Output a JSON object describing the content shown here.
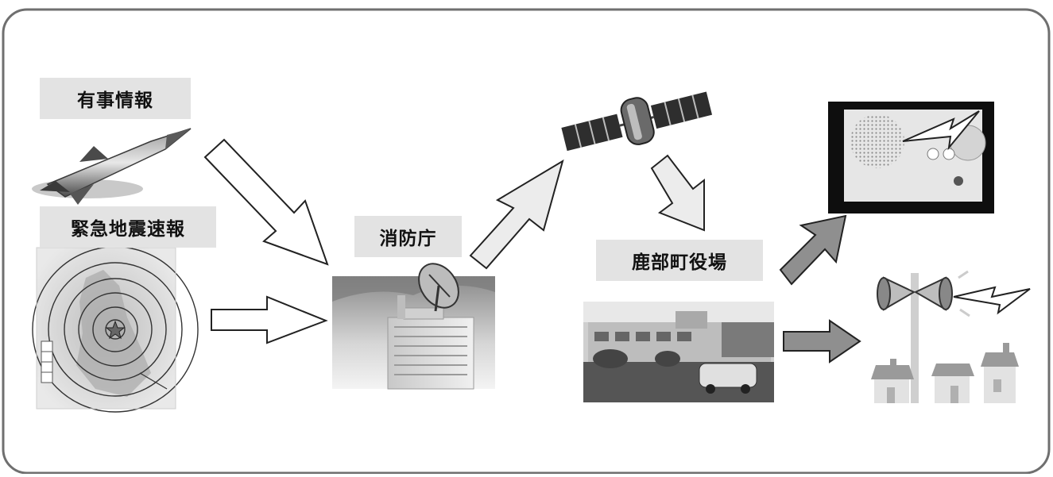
{
  "labels": {
    "yuji": "有事情報",
    "eew": "緊急地震速報",
    "fdma": "消防庁",
    "town_office": "鹿部町役場"
  },
  "colors": {
    "border": "#6f6f6f",
    "label_bg": "#e3e3e3",
    "arrow_dark": "#8f8f8f",
    "arrow_light": "#ececec"
  }
}
